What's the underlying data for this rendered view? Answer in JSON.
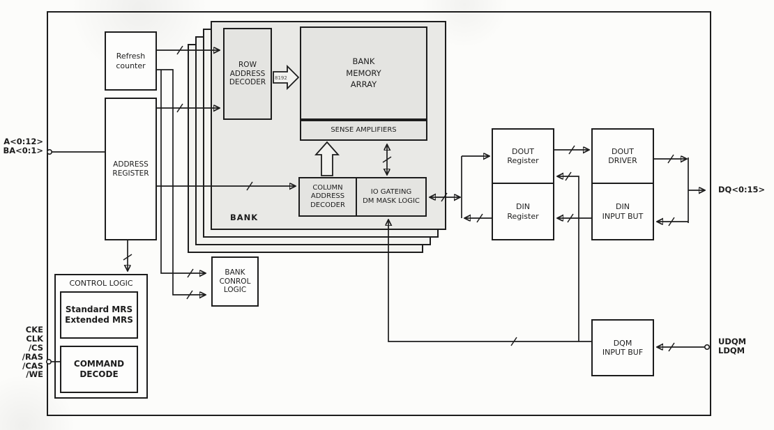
{
  "colors": {
    "line": "#1c1c1c",
    "bank_fill": "#e9e9e6",
    "inner_fill": "#e4e4e1",
    "box_fill": "#fdfdfc"
  },
  "blocks": {
    "refresh_counter": "Refresh\ncounter",
    "address_register": "ADDRESS\nREGISTER",
    "control_logic": "CONTROL LOGIC",
    "mrs": "Standard MRS\nExtended MRS",
    "command_decode": "COMMAND\nDECODE",
    "bank_control": "BANK\nCONROL\nLOGIC",
    "row_decoder": "ROW\nADDRESS\nDECODER",
    "memory_array": "BANK\nMEMORY\nARRAY",
    "sense_amplifiers": "SENSE AMPLIFIERS",
    "column_decoder": "COLUMN\nADDRESS\nDECODER",
    "io_gating": "IO GATEING\nDM MASK LOGIC",
    "bank_tag": "BANK",
    "dout_register": "DOUT\nRegister",
    "din_register": "DIN\nRegister",
    "dout_driver": "DOUT\nDRIVER",
    "din_input_buf": "DIN\nINPUT BUT",
    "dqm_input_buf": "DQM\nINPUT BUF"
  },
  "signals": {
    "address_bus": "A<0:12>\nBA<0:1>",
    "control_pins": "CKE\nCLK\n/CS\n/RAS\n/CAS\n/WE",
    "data_bus": "DQ<0:15>",
    "dqm_pins": "UDQM\nLDQM"
  },
  "annotations": {
    "row_width": "8192"
  }
}
